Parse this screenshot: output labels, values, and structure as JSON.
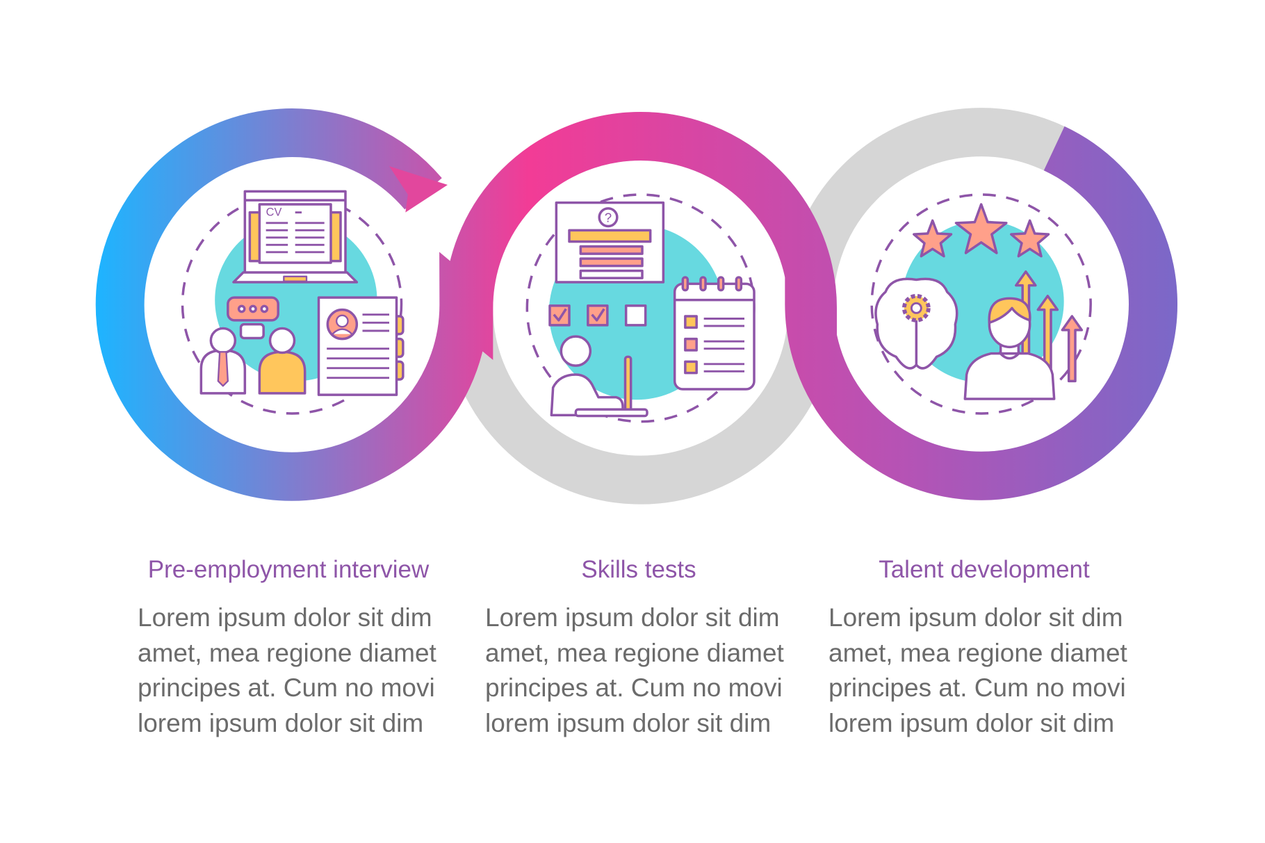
{
  "colors": {
    "gradient_start": "#1EB4FF",
    "gradient_pink": "#F23C96",
    "gradient_purple": "#B553B5",
    "gradient_end": "#7B68C8",
    "ring_gray": "#D6D6D6",
    "teal": "#67D9E0",
    "stroke": "#8E55A8",
    "orange": "#FFC65C",
    "salmon": "#FFA08A",
    "title": "#8E55A8",
    "body": "#6B6B6B"
  },
  "steps": [
    {
      "title": "Pre-employment interview",
      "icon": "cv-laptop-interview-icon",
      "cv_label": "CV",
      "lines": [
        "Lorem ipsum dolor sit dim",
        "amet, mea regione diamet",
        "principes at. Cum no movi",
        "lorem ipsum dolor sit dim"
      ]
    },
    {
      "title": "Skills tests",
      "icon": "skills-test-icon",
      "question_mark": "?",
      "lines": [
        "Lorem ipsum dolor sit dim",
        "amet, mea regione diamet",
        "principes at. Cum no movi",
        "lorem ipsum dolor sit dim"
      ]
    },
    {
      "title": "Talent development",
      "icon": "talent-growth-icon",
      "lines": [
        "Lorem ipsum dolor sit dim",
        "amet, mea regione diamet",
        "principes at. Cum no movi",
        "lorem ipsum dolor sit dim"
      ]
    }
  ]
}
